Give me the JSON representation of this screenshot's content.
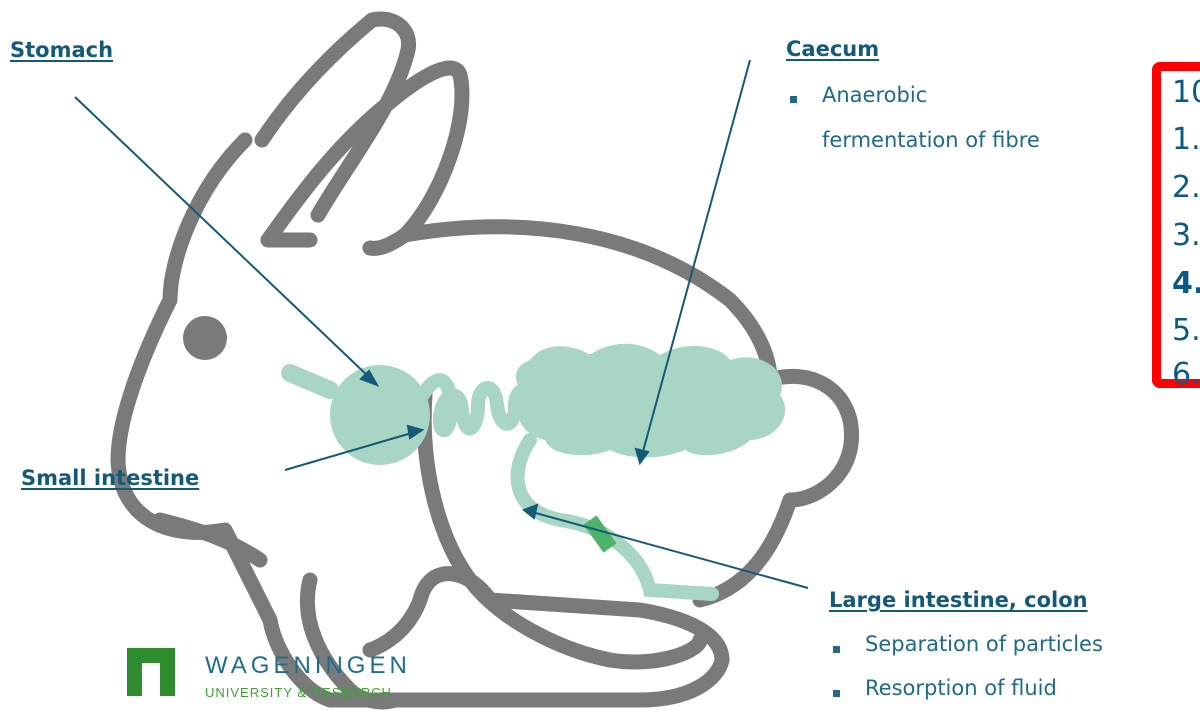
{
  "labels": {
    "stomach": "Stomach",
    "caecum": "Caecum",
    "caecum_bullet_line1": "Anaerobic",
    "caecum_bullet_line2": "fermentation of fibre",
    "small_intestine": "Small intestine",
    "large_intestine": "Large intestine, colon",
    "large_bullet_1": "Separation of particles",
    "large_bullet_2": "Resorption of fluid"
  },
  "list": {
    "items": [
      "10",
      "1.",
      "2.",
      "3.",
      "4.",
      "5.",
      "6."
    ],
    "bold_index": 4
  },
  "logo": {
    "name": "WAGENINGEN",
    "sub": "UNIVERSITY & RESEARCH"
  },
  "icons": {
    "rabbit": "rabbit-outline-icon",
    "logo": "wur-logo-icon"
  },
  "colors": {
    "outline": "#7a7a7a",
    "organ": "#a8d5c4",
    "organ_dark": "#4db36a",
    "text": "#145a78",
    "frame": "#ff0000",
    "logo_green": "#2e8b2e"
  }
}
